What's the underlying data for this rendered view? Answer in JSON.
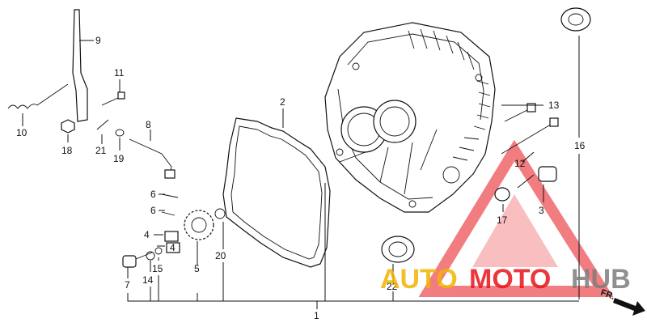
{
  "callouts": {
    "c1": "1",
    "c2": "2",
    "c3": "3",
    "c4a": "4",
    "c4b": "4",
    "c5": "5",
    "c6a": "6",
    "c6b": "6",
    "c7": "7",
    "c8": "8",
    "c9": "9",
    "c10": "10",
    "c11": "11",
    "c12": "12",
    "c13": "13",
    "c14": "14",
    "c15": "15",
    "c16": "16",
    "c17": "17",
    "c18": "18",
    "c19": "19",
    "c20": "20",
    "c21": "21",
    "c22": "22"
  },
  "watermark": {
    "auto": "AUTO",
    "moto": "MOTO",
    "hub": "HUB",
    "colors": {
      "auto": "#f2b400",
      "moto": "#e8141b",
      "hub": "#7d7d7d"
    }
  },
  "direction_label": "FR."
}
